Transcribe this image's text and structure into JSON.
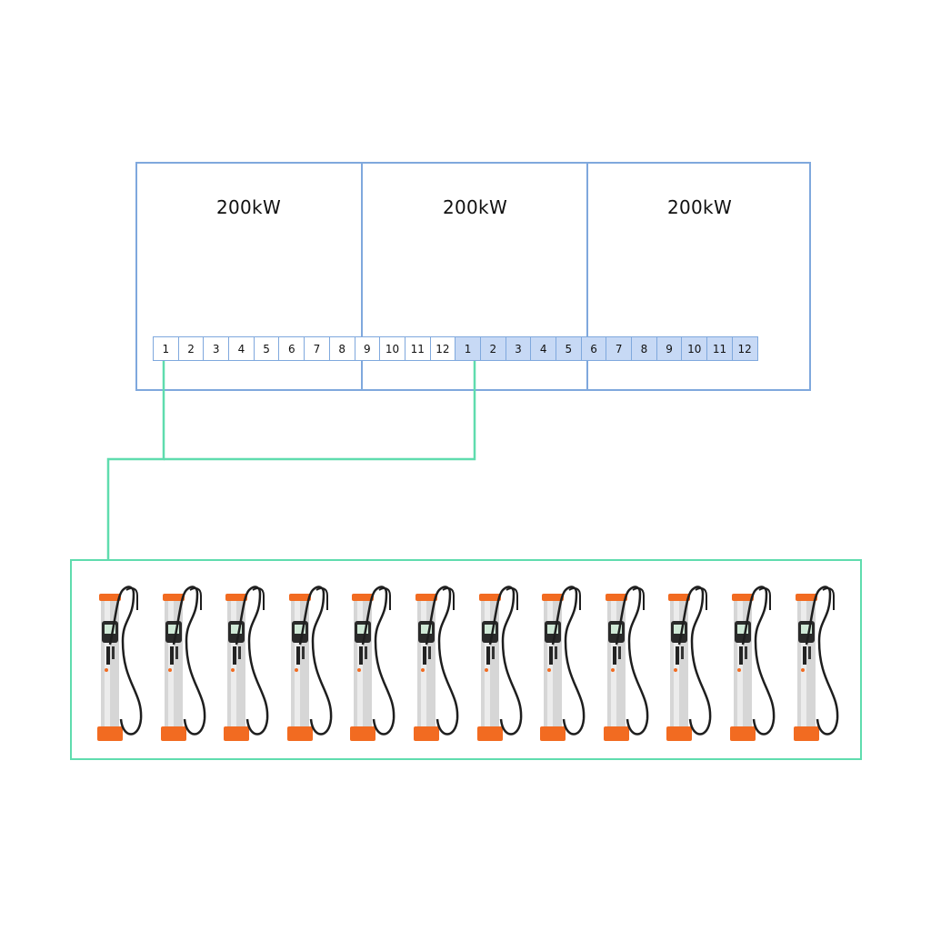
{
  "cabinets": [
    {
      "label": "200kW"
    },
    {
      "label": "200kW"
    },
    {
      "label": "200kW"
    }
  ],
  "ports": [
    {
      "label": "1",
      "group": "a"
    },
    {
      "label": "2",
      "group": "a"
    },
    {
      "label": "3",
      "group": "a"
    },
    {
      "label": "4",
      "group": "a"
    },
    {
      "label": "5",
      "group": "a"
    },
    {
      "label": "6",
      "group": "a"
    },
    {
      "label": "7",
      "group": "a"
    },
    {
      "label": "8",
      "group": "a"
    },
    {
      "label": "9",
      "group": "a"
    },
    {
      "label": "10",
      "group": "a"
    },
    {
      "label": "11",
      "group": "a"
    },
    {
      "label": "12",
      "group": "a"
    },
    {
      "label": "1",
      "group": "b"
    },
    {
      "label": "2",
      "group": "b"
    },
    {
      "label": "3",
      "group": "b"
    },
    {
      "label": "4",
      "group": "b"
    },
    {
      "label": "5",
      "group": "b"
    },
    {
      "label": "6",
      "group": "b"
    },
    {
      "label": "7",
      "group": "b"
    },
    {
      "label": "8",
      "group": "b"
    },
    {
      "label": "9",
      "group": "b"
    },
    {
      "label": "10",
      "group": "b"
    },
    {
      "label": "11",
      "group": "b"
    },
    {
      "label": "12",
      "group": "b"
    }
  ],
  "charger_count": 12,
  "colors": {
    "cabinet_border": "#7fa8dd",
    "port_shaded": "#c7d9f5",
    "wire": "#5fdcae",
    "charger_accent": "#f26b21",
    "charger_body": "#d6d6d6"
  },
  "icons": [
    "ev-charger-icon"
  ]
}
